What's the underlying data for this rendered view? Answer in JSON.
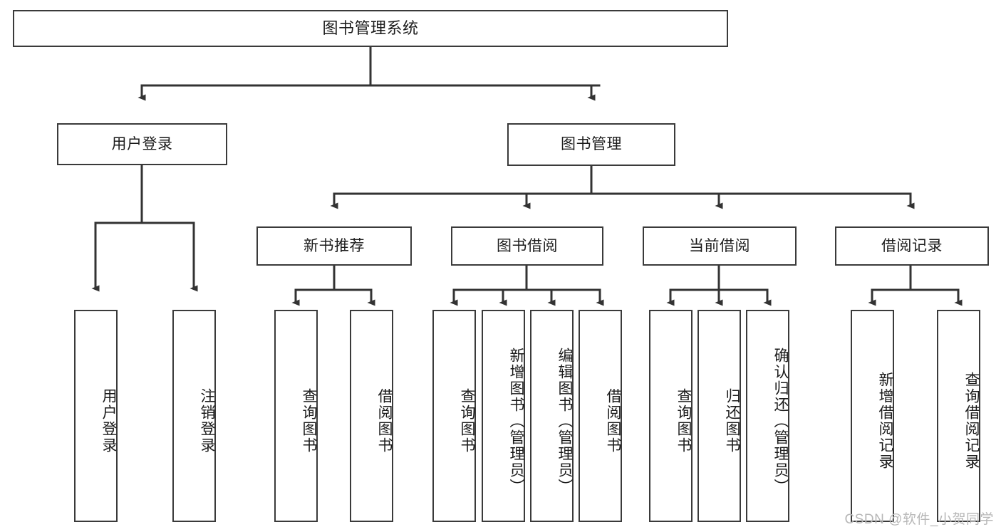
{
  "diagram": {
    "type": "tree-hierarchy-flowchart",
    "title": "图书管理系统",
    "watermark": "CSDN @软件_小贺同学",
    "colors": {
      "box_border": "#3a3a3a",
      "box_fill": "#ffffff",
      "connector": "#333333",
      "text": "#1b1b1b",
      "watermark": "#b7b7b7",
      "page_background": "#ffffff"
    },
    "levels": {
      "level1": [
        {
          "id": "root",
          "label": "图书管理系统",
          "orientation": "horizontal"
        }
      ],
      "level2": [
        {
          "id": "user-login",
          "label": "用户登录",
          "orientation": "horizontal"
        },
        {
          "id": "book-manage",
          "label": "图书管理",
          "orientation": "horizontal"
        }
      ],
      "level3": [
        {
          "id": "new-book-rec",
          "label": "新书推荐",
          "orientation": "horizontal",
          "parent": "book-manage"
        },
        {
          "id": "book-borrow",
          "label": "图书借阅",
          "orientation": "horizontal",
          "parent": "book-manage"
        },
        {
          "id": "current-borrow",
          "label": "当前借阅",
          "orientation": "horizontal",
          "parent": "book-manage"
        },
        {
          "id": "borrow-record",
          "label": "借阅记录",
          "orientation": "horizontal",
          "parent": "book-manage"
        }
      ],
      "level4": [
        {
          "id": "leaf-user-login",
          "label": "用户登录",
          "orientation": "vertical",
          "parent": "user-login"
        },
        {
          "id": "leaf-logout",
          "label": "注销登录",
          "orientation": "vertical",
          "parent": "user-login"
        },
        {
          "id": "leaf-query-book-1",
          "label": "查询图书",
          "orientation": "vertical",
          "parent": "new-book-rec"
        },
        {
          "id": "leaf-borrow-book-1",
          "label": "借阅图书",
          "orientation": "vertical",
          "parent": "new-book-rec"
        },
        {
          "id": "leaf-query-book-2",
          "label": "查询图书",
          "orientation": "vertical",
          "parent": "book-borrow"
        },
        {
          "id": "leaf-add-book",
          "label": "新增图书（管理员）",
          "orientation": "vertical",
          "parent": "book-borrow"
        },
        {
          "id": "leaf-edit-book",
          "label": "编辑图书（管理员）",
          "orientation": "vertical",
          "parent": "book-borrow"
        },
        {
          "id": "leaf-borrow-book-2",
          "label": "借阅图书",
          "orientation": "vertical",
          "parent": "book-borrow"
        },
        {
          "id": "leaf-query-book-3",
          "label": "查询图书",
          "orientation": "vertical",
          "parent": "current-borrow"
        },
        {
          "id": "leaf-return-book",
          "label": "归还图书",
          "orientation": "vertical",
          "parent": "current-borrow"
        },
        {
          "id": "leaf-confirm-return",
          "label": "确认归还（管理员）",
          "orientation": "vertical",
          "parent": "current-borrow"
        },
        {
          "id": "leaf-add-record",
          "label": "新增借阅记录",
          "orientation": "vertical",
          "parent": "borrow-record"
        },
        {
          "id": "leaf-query-record",
          "label": "查询借阅记录",
          "orientation": "vertical",
          "parent": "borrow-record"
        }
      ]
    }
  }
}
